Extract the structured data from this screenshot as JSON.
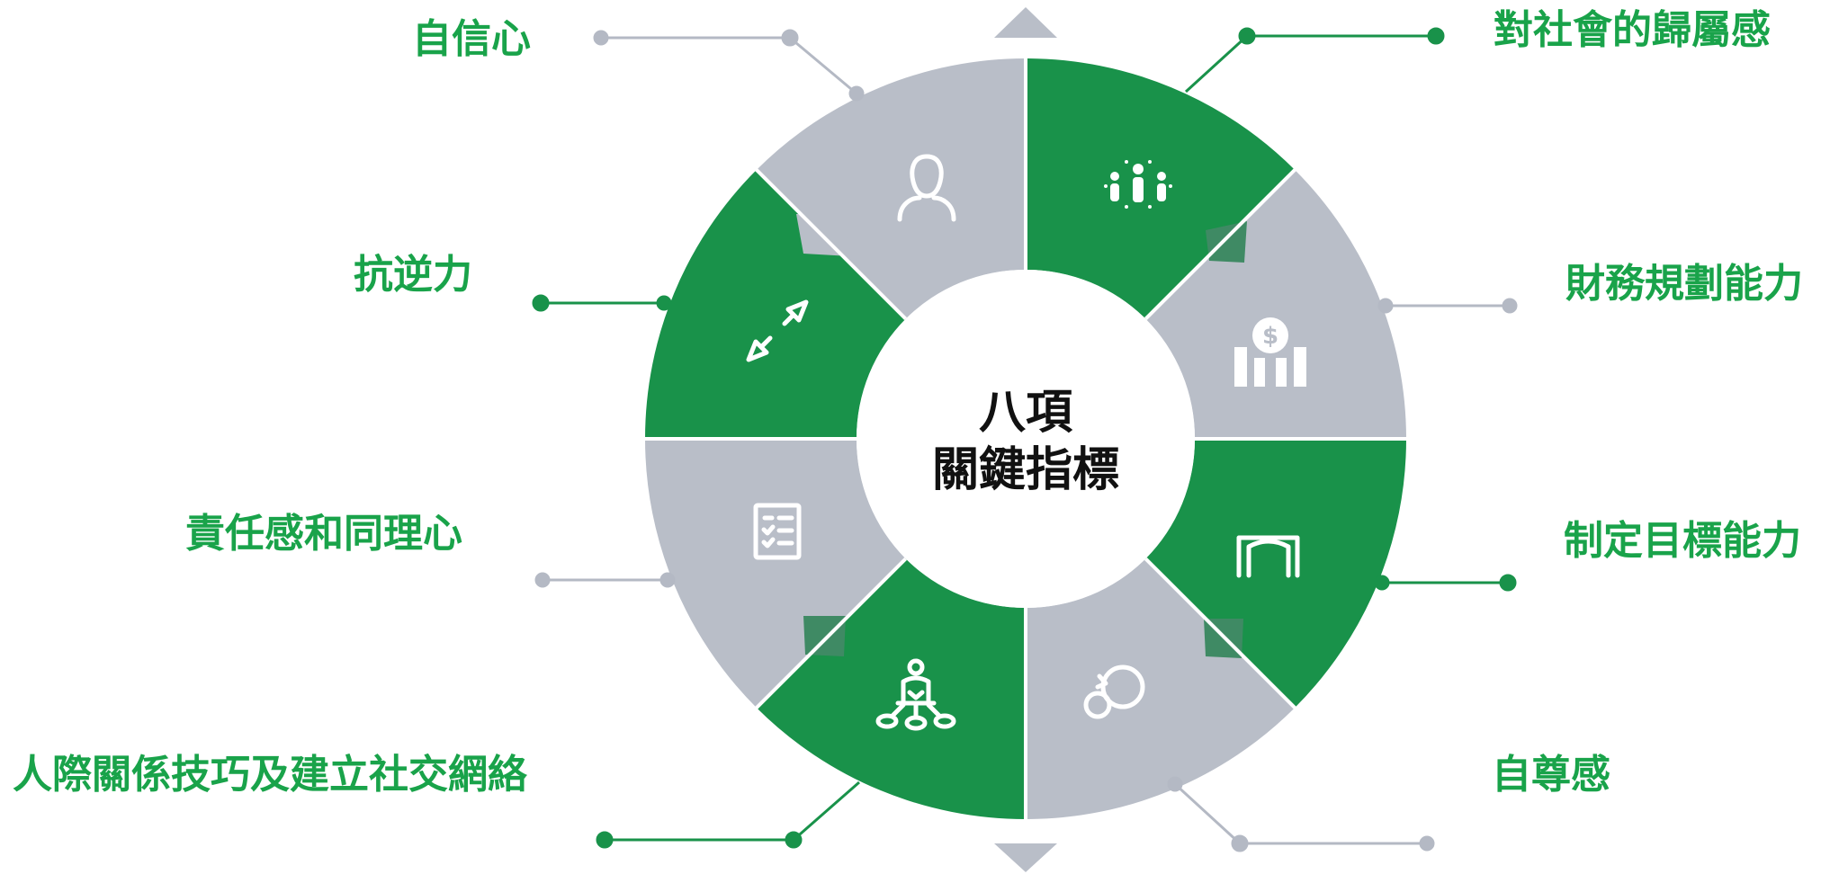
{
  "center": {
    "line1": "八項",
    "line2": "關鍵指標"
  },
  "colors": {
    "green": "#19924a",
    "gray": "#b9bec8",
    "label_green": "#19a34a",
    "connector_gray": "#b4b9c4",
    "shadow": "#3f8a64"
  },
  "segments": [
    {
      "id": "belonging",
      "label": "對社會的歸屬感",
      "color": "green",
      "icon": "people-group-icon"
    },
    {
      "id": "financial",
      "label": "財務規劃能力",
      "color": "gray",
      "icon": "money-bars-icon"
    },
    {
      "id": "goal",
      "label": "制定目標能力",
      "color": "green",
      "icon": "goal-icon"
    },
    {
      "id": "self-esteem",
      "label": "自尊感",
      "color": "gray",
      "icon": "cycle-icon"
    },
    {
      "id": "interpersonal",
      "label": "人際關係技巧及建立社交網絡",
      "color": "green",
      "icon": "network-person-icon"
    },
    {
      "id": "responsibility",
      "label": "責任感和同理心",
      "color": "gray",
      "icon": "checklist-icon"
    },
    {
      "id": "resilience",
      "label": "抗逆力",
      "color": "green",
      "icon": "arrows-icon"
    },
    {
      "id": "confidence",
      "label": "自信心",
      "color": "gray",
      "icon": "person-icon"
    }
  ]
}
